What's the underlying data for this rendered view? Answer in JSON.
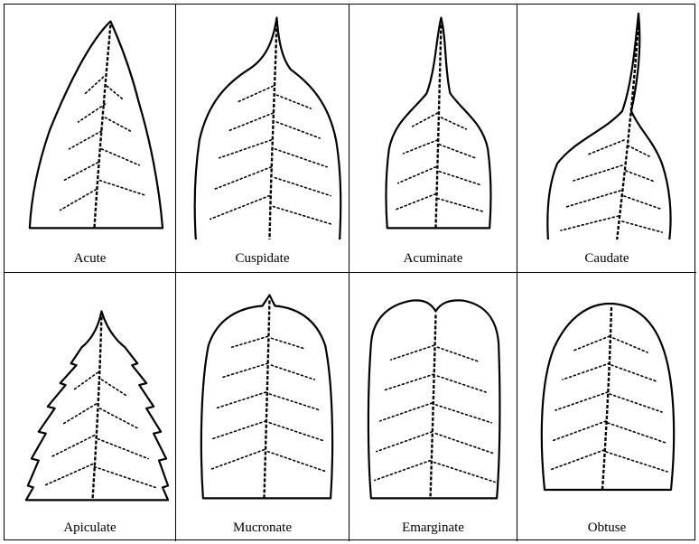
{
  "cells": [
    {
      "label": "Acute",
      "icon": "acute-leaf-icon"
    },
    {
      "label": "Cuspidate",
      "icon": "cuspidate-leaf-icon"
    },
    {
      "label": "Acuminate",
      "icon": "acuminate-leaf-icon"
    },
    {
      "label": "Caudate",
      "icon": "caudate-leaf-icon"
    },
    {
      "label": "Apiculate",
      "icon": "apiculate-leaf-icon"
    },
    {
      "label": "Mucronate",
      "icon": "mucronate-leaf-icon"
    },
    {
      "label": "Emarginate",
      "icon": "emarginate-leaf-icon"
    },
    {
      "label": "Obtuse",
      "icon": "obtuse-leaf-icon"
    }
  ]
}
